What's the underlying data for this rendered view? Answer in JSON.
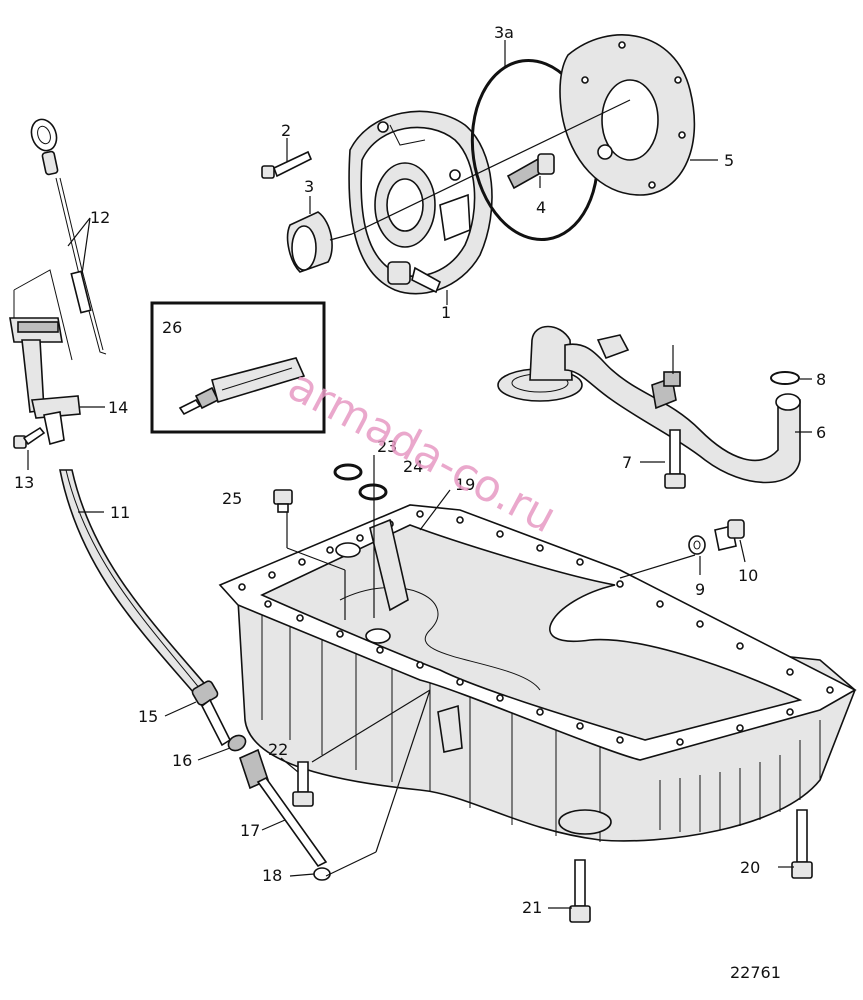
{
  "diagram": {
    "drawing_number": "22761",
    "watermark": "armada-co.ru",
    "labels": {
      "p1": "1",
      "p2": "2",
      "p3": "3",
      "p3a": "3a",
      "p4": "4",
      "p5": "5",
      "p6": "6",
      "p7": "7",
      "p8": "8",
      "p9": "9",
      "p10": "10",
      "p11": "11",
      "p12": "12",
      "p13": "13",
      "p14": "14",
      "p15": "15",
      "p16": "16",
      "p17": "17",
      "p18": "18",
      "p19": "19",
      "p20": "20",
      "p21": "21",
      "p22": "22",
      "p23": "23",
      "p24": "24",
      "p25": "25",
      "p26": "26"
    }
  }
}
